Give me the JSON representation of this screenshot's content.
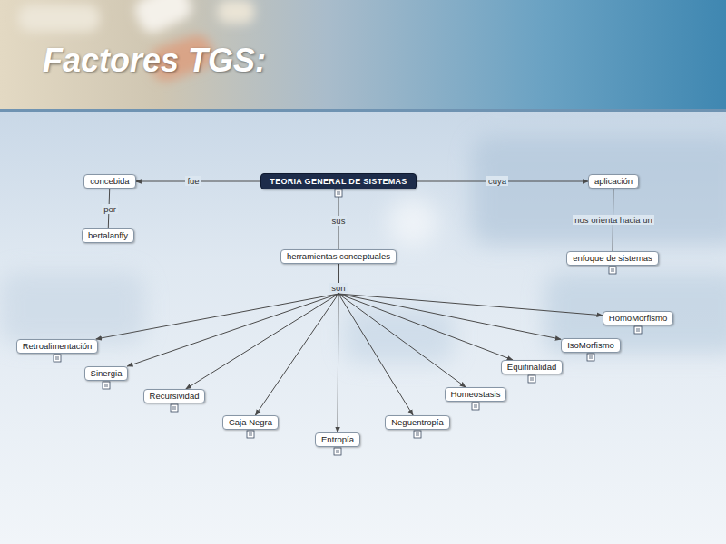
{
  "diagram": {
    "title": "Factores TGS:",
    "nodes": [
      {
        "text": [
          "TEORIA GENERAL DE SISTEMAS"
        ]
      },
      {
        "text": [
          "concebida"
        ]
      },
      {
        "text": [
          "bertalanffy"
        ]
      },
      {
        "text": [
          "aplicación"
        ]
      },
      {
        "text": [
          "enfoque de sistemas"
        ]
      },
      {
        "text": [
          "herramientas conceptuales"
        ]
      },
      {
        "text": [
          "Retroalimentación"
        ]
      },
      {
        "text": [
          "Sinergia"
        ]
      },
      {
        "text": [
          "Recursividad"
        ]
      },
      {
        "text": [
          "Caja Negra"
        ]
      },
      {
        "text": [
          "Entropía"
        ]
      },
      {
        "text": [
          "Neguentropía"
        ]
      },
      {
        "text": [
          "Homeostasis"
        ]
      },
      {
        "text": [
          "Equifinalidad"
        ]
      },
      {
        "text": [
          "IsoMorfismo"
        ]
      },
      {
        "text": [
          "HomoMorfismo"
        ]
      }
    ],
    "edges": [
      {
        "from": 0,
        "to": 1,
        "label": "fue",
        "arrow": "to"
      },
      {
        "from": 1,
        "to": 2,
        "label": "por",
        "arrow": "none"
      },
      {
        "from": 0,
        "to": 3,
        "label": "cuya",
        "arrow": "to"
      },
      {
        "from": 3,
        "to": 4,
        "label": "nos orienta hacia un",
        "arrow": "none"
      },
      {
        "from": 0,
        "to": 5,
        "label": "sus",
        "arrow": "none"
      },
      {
        "from": 5,
        "to": 6,
        "arrow": "to"
      },
      {
        "from": 5,
        "to": 7,
        "arrow": "to"
      },
      {
        "from": 5,
        "to": 8,
        "arrow": "to"
      },
      {
        "from": 5,
        "to": 9,
        "arrow": "to"
      },
      {
        "from": 5,
        "to": 10,
        "label": "son",
        "arrow": "to"
      },
      {
        "from": 5,
        "to": 11,
        "arrow": "to"
      },
      {
        "from": 5,
        "to": 12,
        "arrow": "to"
      },
      {
        "from": 5,
        "to": 13,
        "arrow": "to"
      },
      {
        "from": 5,
        "to": 14,
        "arrow": "to"
      },
      {
        "from": 5,
        "to": 15,
        "arrow": "to"
      }
    ]
  }
}
